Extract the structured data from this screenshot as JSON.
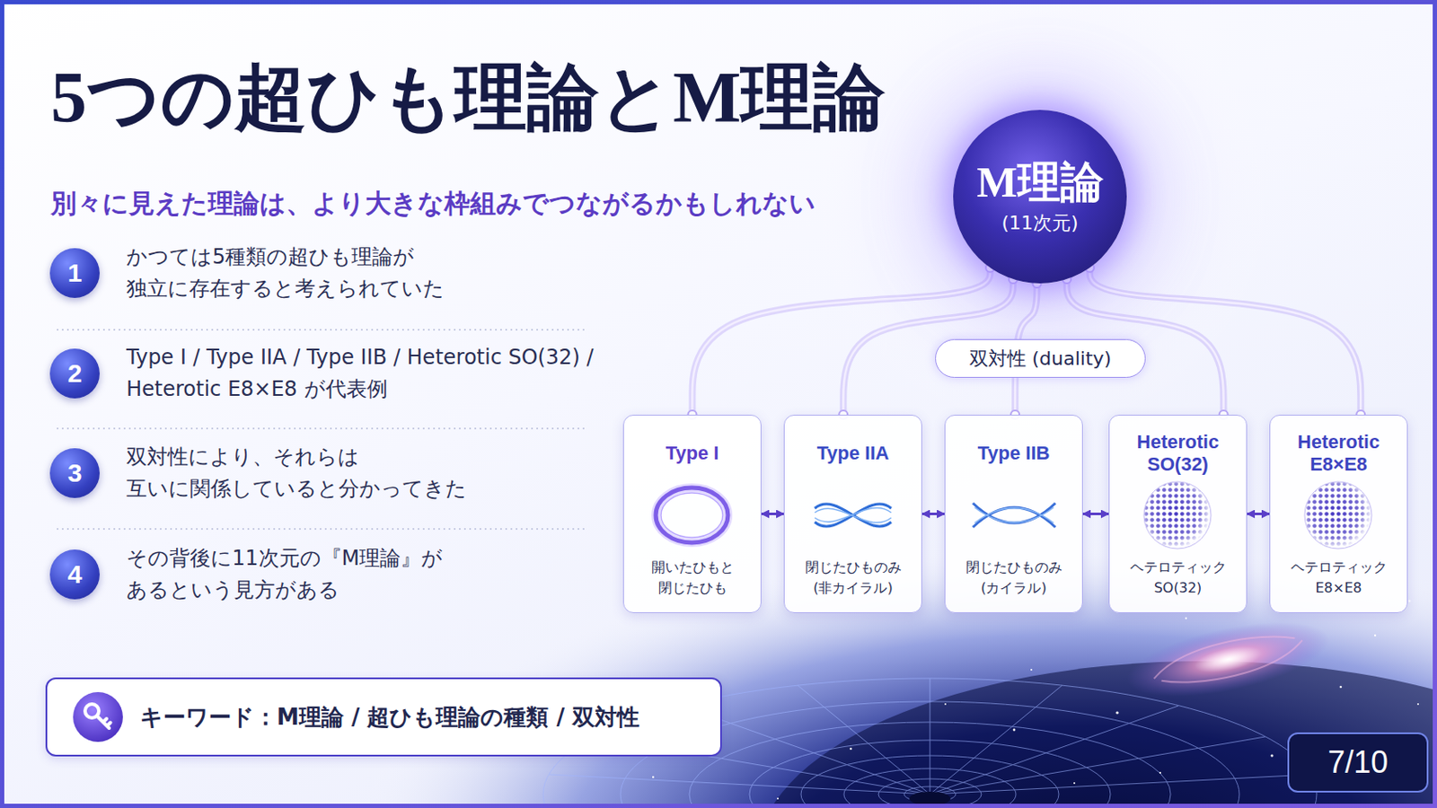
{
  "diagram": {
    "title": "5つの超ひも理論とM理論",
    "nodes": [
      {
        "text": [
          "1"
        ]
      },
      {
        "text": [
          "2"
        ]
      },
      {
        "text": [
          "3"
        ]
      },
      {
        "text": [
          "4"
        ]
      },
      {
        "text": [
          "M理論",
          "(11次元)"
        ]
      },
      {
        "text": [
          "双対性 (duality)"
        ]
      },
      {
        "text": [
          "Type I",
          "開いたひもと 閉じたひも"
        ]
      },
      {
        "text": [
          "Type IIA",
          "閉じたひものみ (非カイラル)"
        ]
      },
      {
        "text": [
          "Type IIB",
          "閉じたひものみ (カイラル)"
        ]
      },
      {
        "text": [
          "Heterotic SO(32)",
          "ヘテロティック SO(32)"
        ]
      },
      {
        "text": [
          "Heterotic E8×E8",
          "ヘテロティック E8×E8"
        ]
      },
      {
        "text": [
          "キーワード：M理論 / 超ひも理論の種類 / 双対性"
        ]
      },
      {
        "text": [
          "7/10"
        ]
      }
    ],
    "edges": [
      {
        "from": 4,
        "to": 6,
        "arrow": "none"
      },
      {
        "from": 4,
        "to": 7,
        "arrow": "none"
      },
      {
        "from": 4,
        "to": 8,
        "arrow": "none"
      },
      {
        "from": 4,
        "to": 9,
        "arrow": "none"
      },
      {
        "from": 4,
        "to": 10,
        "arrow": "none"
      },
      {
        "from": 6,
        "to": 7,
        "arrow": "both"
      },
      {
        "from": 7,
        "to": 8,
        "arrow": "both"
      },
      {
        "from": 8,
        "to": 9,
        "arrow": "both"
      },
      {
        "from": 9,
        "to": 10,
        "arrow": "both"
      }
    ],
    "labels": [
      "別々に見えた理論は、より大きな枠組みでつながるかもしれない",
      "かつては5種類の超ひも理論が 独立に存在すると考えられていた",
      "Type I / Type IIA / Type IIB / Heterotic SO(32) / Heterotic E8×E8 が代表例",
      "双対性により、それらは 互いに関係していると分かってきた",
      "その背後に11次元の『M理論』が あるという見方がある"
    ]
  }
}
